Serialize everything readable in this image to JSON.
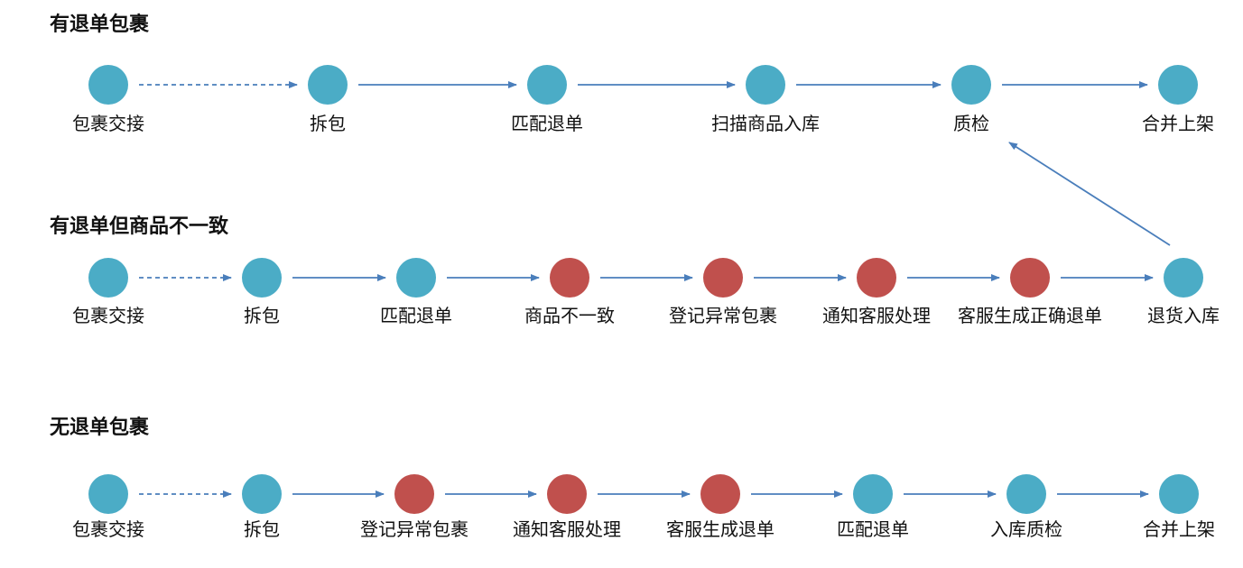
{
  "colors": {
    "normal_node": "#4BACC6",
    "exception_node": "#C0504D",
    "arrow": "#4A7EBB",
    "text": "#111111"
  },
  "flows": [
    {
      "title": "有退单包裹",
      "nodes": [
        {
          "label": "包裹交接",
          "status": "normal"
        },
        {
          "label": "拆包",
          "status": "normal"
        },
        {
          "label": "匹配退单",
          "status": "normal"
        },
        {
          "label": "扫描商品入库",
          "status": "normal"
        },
        {
          "label": "质检",
          "status": "normal"
        },
        {
          "label": "合并上架",
          "status": "normal"
        }
      ],
      "connectors": [
        "dashed",
        "solid",
        "solid",
        "solid",
        "solid"
      ]
    },
    {
      "title": "有退单但商品不一致",
      "nodes": [
        {
          "label": "包裹交接",
          "status": "normal"
        },
        {
          "label": "拆包",
          "status": "normal"
        },
        {
          "label": "匹配退单",
          "status": "normal"
        },
        {
          "label": "商品不一致",
          "status": "exception"
        },
        {
          "label": "登记异常包裹",
          "status": "exception"
        },
        {
          "label": "通知客服处理",
          "status": "exception"
        },
        {
          "label": "客服生成正确退单",
          "status": "exception"
        },
        {
          "label": "退货入库",
          "status": "normal"
        }
      ],
      "connectors": [
        "dashed",
        "solid",
        "solid",
        "solid",
        "solid",
        "solid",
        "solid"
      ]
    },
    {
      "title": "无退单包裹",
      "nodes": [
        {
          "label": "包裹交接",
          "status": "normal"
        },
        {
          "label": "拆包",
          "status": "normal"
        },
        {
          "label": "登记异常包裹",
          "status": "exception"
        },
        {
          "label": "通知客服处理",
          "status": "exception"
        },
        {
          "label": "客服生成退单",
          "status": "exception"
        },
        {
          "label": "匹配退单",
          "status": "normal"
        },
        {
          "label": "入库质检",
          "status": "normal"
        },
        {
          "label": "合并上架",
          "status": "normal"
        }
      ],
      "connectors": [
        "dashed",
        "solid",
        "solid",
        "solid",
        "solid",
        "solid",
        "solid"
      ]
    }
  ],
  "cross_links": [
    {
      "from_flow": 1,
      "from_node": 7,
      "to_flow": 0,
      "to_node": 4
    }
  ]
}
